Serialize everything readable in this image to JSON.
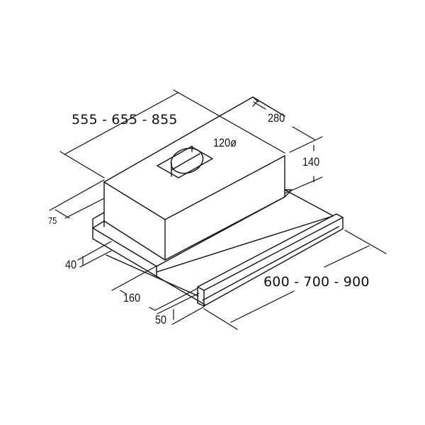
{
  "diagram": {
    "subject": "telescopic range hood dimension drawing",
    "line_color": "#111111",
    "background": "#ffffff",
    "dimensions": {
      "body_width": "555 - 655 - 855",
      "depth": "280",
      "duct_diameter": "120ø",
      "height": "140",
      "rear_offset": "75",
      "front_panel_height": "40",
      "extension_depth": "160",
      "handle_height": "50",
      "total_width": "600 - 700 - 900"
    }
  }
}
